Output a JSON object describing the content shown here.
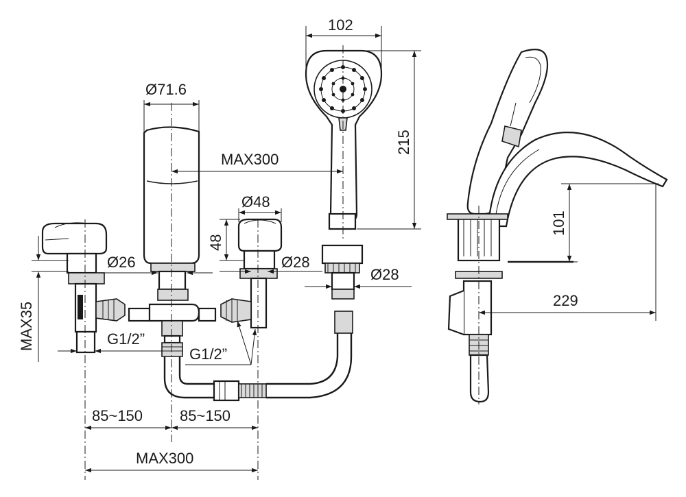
{
  "drawing": {
    "ink_color": "#1a1a1a",
    "background_color": "#ffffff",
    "dimensions": {
      "spout_diameter": "Ø71.6",
      "shower_width": "102",
      "shower_length": "215",
      "reach_to_shower": "MAX300",
      "valve_diameter": "Ø48",
      "valve_height": "48",
      "left_nut_diameter": "Ø26",
      "valve_nut_diameter": "Ø28",
      "shower_nut_diameter": "Ø28",
      "deck_thickness": "MAX35",
      "thread_left": "G1/2”",
      "thread_right": "G1/2”",
      "spacing_left": "85~150",
      "spacing_right": "85~150",
      "overall_spacing": "MAX300",
      "spout_height": "101",
      "spout_projection": "229"
    }
  }
}
